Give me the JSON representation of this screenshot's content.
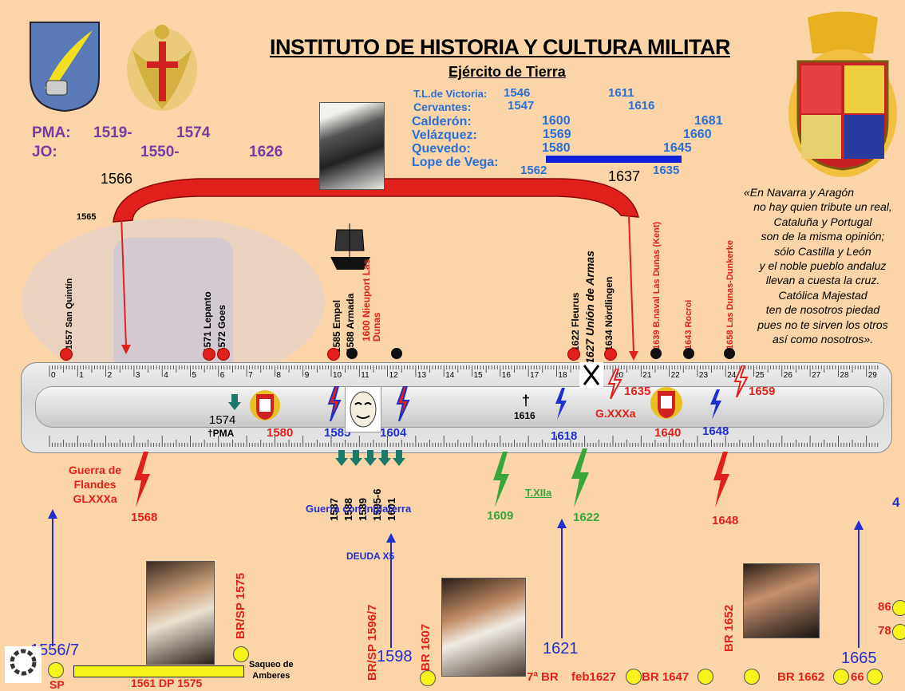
{
  "title": "INSTITUTO DE HISTORIA Y CULTURA MILITAR",
  "subtitle": "Ejército de Tierra",
  "pma": {
    "label": "PMA:",
    "from": "1519-",
    "to": "1574"
  },
  "jo": {
    "label": "JO:",
    "from": "1550-",
    "to": "1626"
  },
  "authors": [
    {
      "name": "T.L.de Victoria:",
      "from": "1546",
      "to": "1611"
    },
    {
      "name": "Cervantes:",
      "from": "1547",
      "to": "1616"
    },
    {
      "name": "Calderón:",
      "from": "1600",
      "to": "1681"
    },
    {
      "name": "Velázquez:",
      "from": "1569",
      "to": "1660"
    },
    {
      "name": "Quevedo:",
      "from": "1580",
      "to": "1645"
    },
    {
      "name": "Lope de Vega:",
      "from": "1562",
      "to": "1635"
    }
  ],
  "arc": {
    "start": "1566",
    "end": "1637",
    "mark": "1565"
  },
  "poem": [
    "«En Navarra y Aragón",
    "no hay quien tribute un real,",
    "Cataluña y Portugal",
    "son de la misma opinión;",
    "sólo Castilla y León",
    "y el noble pueblo andaluz",
    "llevan a cuesta la cruz.",
    "Católica Majestad",
    "ten de nosotros piedad",
    "pues no te sirven los otros",
    "así como nosotros»."
  ],
  "events": {
    "e1557": "1557 San Quintín",
    "e1571": "1571 Lepanto",
    "e1572": "1572 Goes",
    "e1585": "1585 Empel",
    "e1588": "1588 Armada",
    "e1600": "1600 Nieuport Las Dunas",
    "e1622": "1622 Fleurus",
    "e1627": "1627 Unión de Armas",
    "e1634": "1634 Nördlingen",
    "e1639": "1639 B.naval Las Dunas (Kent)",
    "e1643": "1643 Rocroi",
    "e1658": "1658 Las Dunas-Dunkerke"
  },
  "ruler_top": [
    "0",
    "1",
    "2",
    "3",
    "4",
    "5",
    "6",
    "7",
    "8",
    "9",
    "10",
    "11",
    "12",
    "13",
    "14",
    "15",
    "16",
    "17",
    "18",
    "19",
    "20",
    "21",
    "22",
    "23",
    "24",
    "25",
    "26",
    "27",
    "28",
    "29"
  ],
  "ruler_labels": {
    "y1574": "1574",
    "pma": "†PMA",
    "y1580": "1580",
    "y1585": "1585",
    "y1604": "1604",
    "cross": "†",
    "y1616": "1616",
    "y1618": "1618",
    "y1635": "1635",
    "gxxxa": "G.XXXa",
    "y1640": "1640",
    "y1648": "1648",
    "y1659": "1659"
  },
  "below": {
    "flandes": [
      "Guerra de",
      "Flandes",
      "GLXXXa"
    ],
    "y1568": "1568",
    "inglaterra_years": [
      "1587",
      "1588",
      "1589",
      "1595-6",
      "1601"
    ],
    "inglaterra": "Guerra con Inglaterra",
    "y1609": "1609",
    "txiia": "T.XIIa",
    "y1622": "1622",
    "y1648b": "1648",
    "four": "4"
  },
  "bottom": {
    "y1556": "1556/7",
    "sp": "SP",
    "dp": "1561 DP 1575",
    "br1575": "BR/SP 1575",
    "saqueo": [
      "Saqueo de",
      "Amberes"
    ],
    "deuda": "DEUDA X5",
    "br1596": "BR/SP 1596/7",
    "y1598": "1598",
    "br1607": "BR 1607",
    "y1621": "1621",
    "br7": "7ª BR",
    "feb1627": "feb1627",
    "br1647": "BR 1647",
    "br1652": "BR 1652",
    "br1662": "BR 1662",
    "y66": "66",
    "y1665": "1665",
    "y86": "86",
    "y78": "78"
  },
  "colors": {
    "background": "#fbd5a8",
    "red": "#e0201a",
    "blue": "#1f2fd0",
    "purple": "#7a3aa0",
    "green": "#3aa63a"
  }
}
